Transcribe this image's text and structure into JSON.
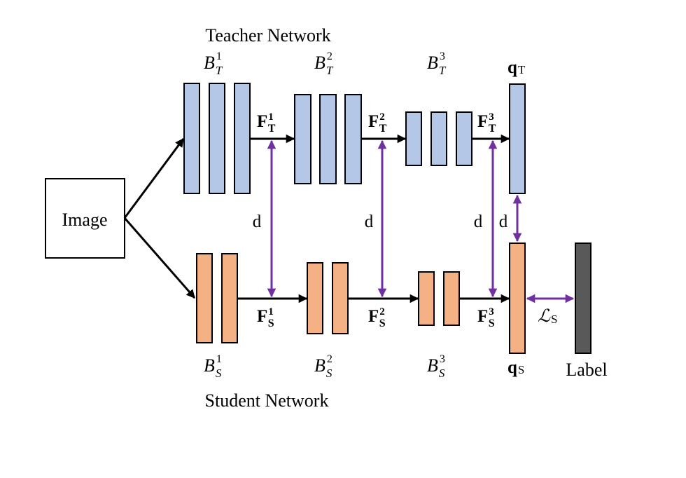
{
  "titles": {
    "teacher": "Teacher Network",
    "student": "Student Network"
  },
  "image_label": "Image",
  "label_box_text": "Label",
  "teacher_blocks": [
    {
      "base": "B",
      "sub": "T",
      "sup": "1"
    },
    {
      "base": "B",
      "sub": "T",
      "sup": "2"
    },
    {
      "base": "B",
      "sub": "T",
      "sup": "3"
    }
  ],
  "student_blocks": [
    {
      "base": "B",
      "sub": "S",
      "sup": "1"
    },
    {
      "base": "B",
      "sub": "S",
      "sup": "2"
    },
    {
      "base": "B",
      "sub": "S",
      "sup": "3"
    }
  ],
  "teacher_features": [
    {
      "base": "F",
      "sup": "1",
      "sub": "T"
    },
    {
      "base": "F",
      "sup": "2",
      "sub": "T"
    },
    {
      "base": "F",
      "sup": "3",
      "sub": "T"
    }
  ],
  "student_features": [
    {
      "base": "F",
      "sup": "1",
      "sub": "S"
    },
    {
      "base": "F",
      "sup": "2",
      "sub": "S"
    },
    {
      "base": "F",
      "sup": "3",
      "sub": "S"
    }
  ],
  "teacher_output": {
    "base": "q",
    "sub": "T"
  },
  "student_output": {
    "base": "q",
    "sub": "S"
  },
  "distance_label": "d",
  "loss": {
    "base": "ℒ",
    "sub": "S"
  },
  "colors": {
    "teacher_fill": "#b4c7e7",
    "student_fill": "#f4b183",
    "label_fill": "#595959",
    "stroke": "#000000",
    "arrow_black": "#000000",
    "arrow_purple": "#7030a0"
  }
}
